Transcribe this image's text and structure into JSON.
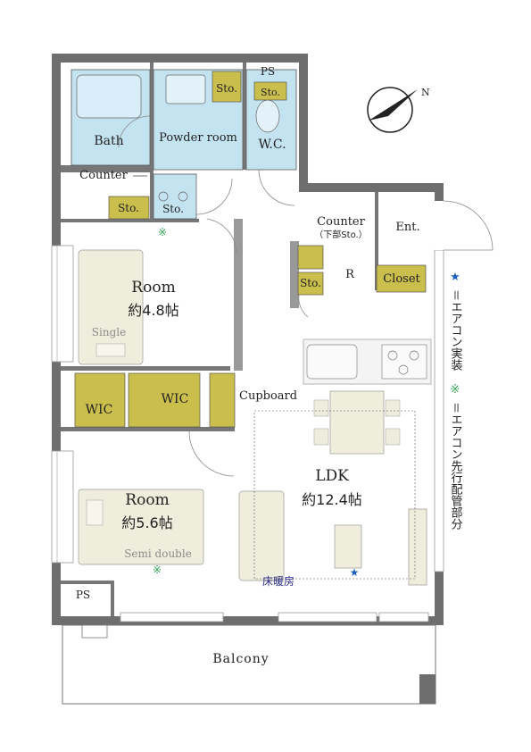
{
  "colors": {
    "wall": "#6e6e6e",
    "wet_area": "#c4e3f1",
    "storage": "#cabe4c",
    "furniture": "#efeedd",
    "marker_star": "#1b5fbf",
    "marker_kome": "#3aa35a",
    "floor_heating": "#2b2b8a"
  },
  "compass": {
    "label": "N"
  },
  "rooms": {
    "ps_top": "PS",
    "sto_powder": "Sto.",
    "sto_wc": "Sto.",
    "bath": "Bath",
    "powder_room": "Powder room",
    "wc": "W.C.",
    "counter_wash": "Counter",
    "sto_left": "Sto.",
    "sto_under": "Sto.",
    "counter_entry_line1": "Counter",
    "counter_entry_line2": "（下部Sto.）",
    "ent": "Ent.",
    "r": "R",
    "sto_entry": "Sto.",
    "closet": "Closet",
    "room1_name": "Room",
    "room1_size": "約4.8帖",
    "single_bed": "Single",
    "wic1": "WIC",
    "wic2": "WIC",
    "cupboard": "Cupboard",
    "room2_name": "Room",
    "room2_size": "約5.6帖",
    "semi_double_bed": "Semi double",
    "ldk_name": "LDK",
    "ldk_size": "約12.4帖",
    "floor_heating": "床暖房",
    "ps_bottom": "PS",
    "balcony": "Balcony"
  },
  "legend": {
    "star_symbol": "★",
    "star_text": "＝エアコン実装",
    "kome_symbol": "※",
    "kome_text": "＝エアコン先行配管部分"
  },
  "markers": {
    "kome_symbol": "※",
    "star_symbol": "★"
  }
}
